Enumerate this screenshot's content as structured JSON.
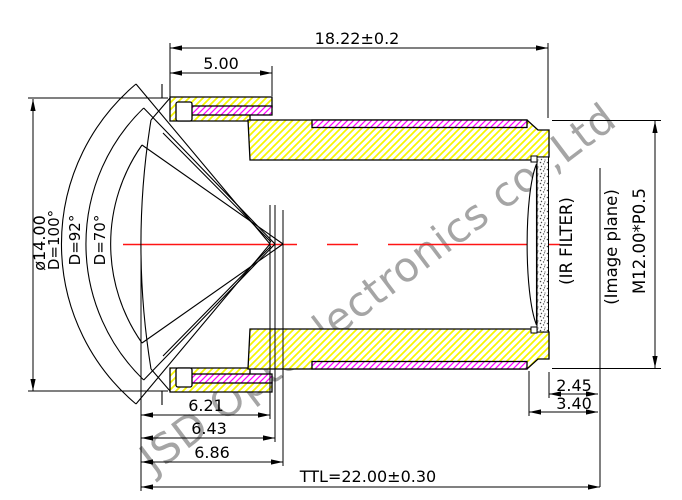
{
  "drawing": {
    "watermark": "JSD Optoelectronics co.,Ltd",
    "colors": {
      "hatch_yellow": "#f6f600",
      "thread_magenta": "#ff00ff",
      "centerline_red": "#ff1414",
      "outline_black": "#000000",
      "watermark_gray": "#8c8c8c"
    },
    "dimensions": {
      "total_thread_length": "18.22±0.2",
      "front_section_length": "5.00",
      "front_lens_diameter": "ø14.00",
      "fov_outer": "D=100°",
      "fov_mid": "D=92°",
      "fov_inner": "D=70°",
      "ir_filter_label": "(IR FILTER)",
      "image_plane_label": "(Image plane)",
      "mount_thread": "M12.00*P0.5",
      "filter_to_image": "2.45",
      "flange_to_image": "3.40",
      "pupil_depth_1": "6.21",
      "pupil_depth_2": "6.43",
      "pupil_depth_3": "6.86",
      "total_track_length": "TTL=22.00±0.30"
    }
  }
}
